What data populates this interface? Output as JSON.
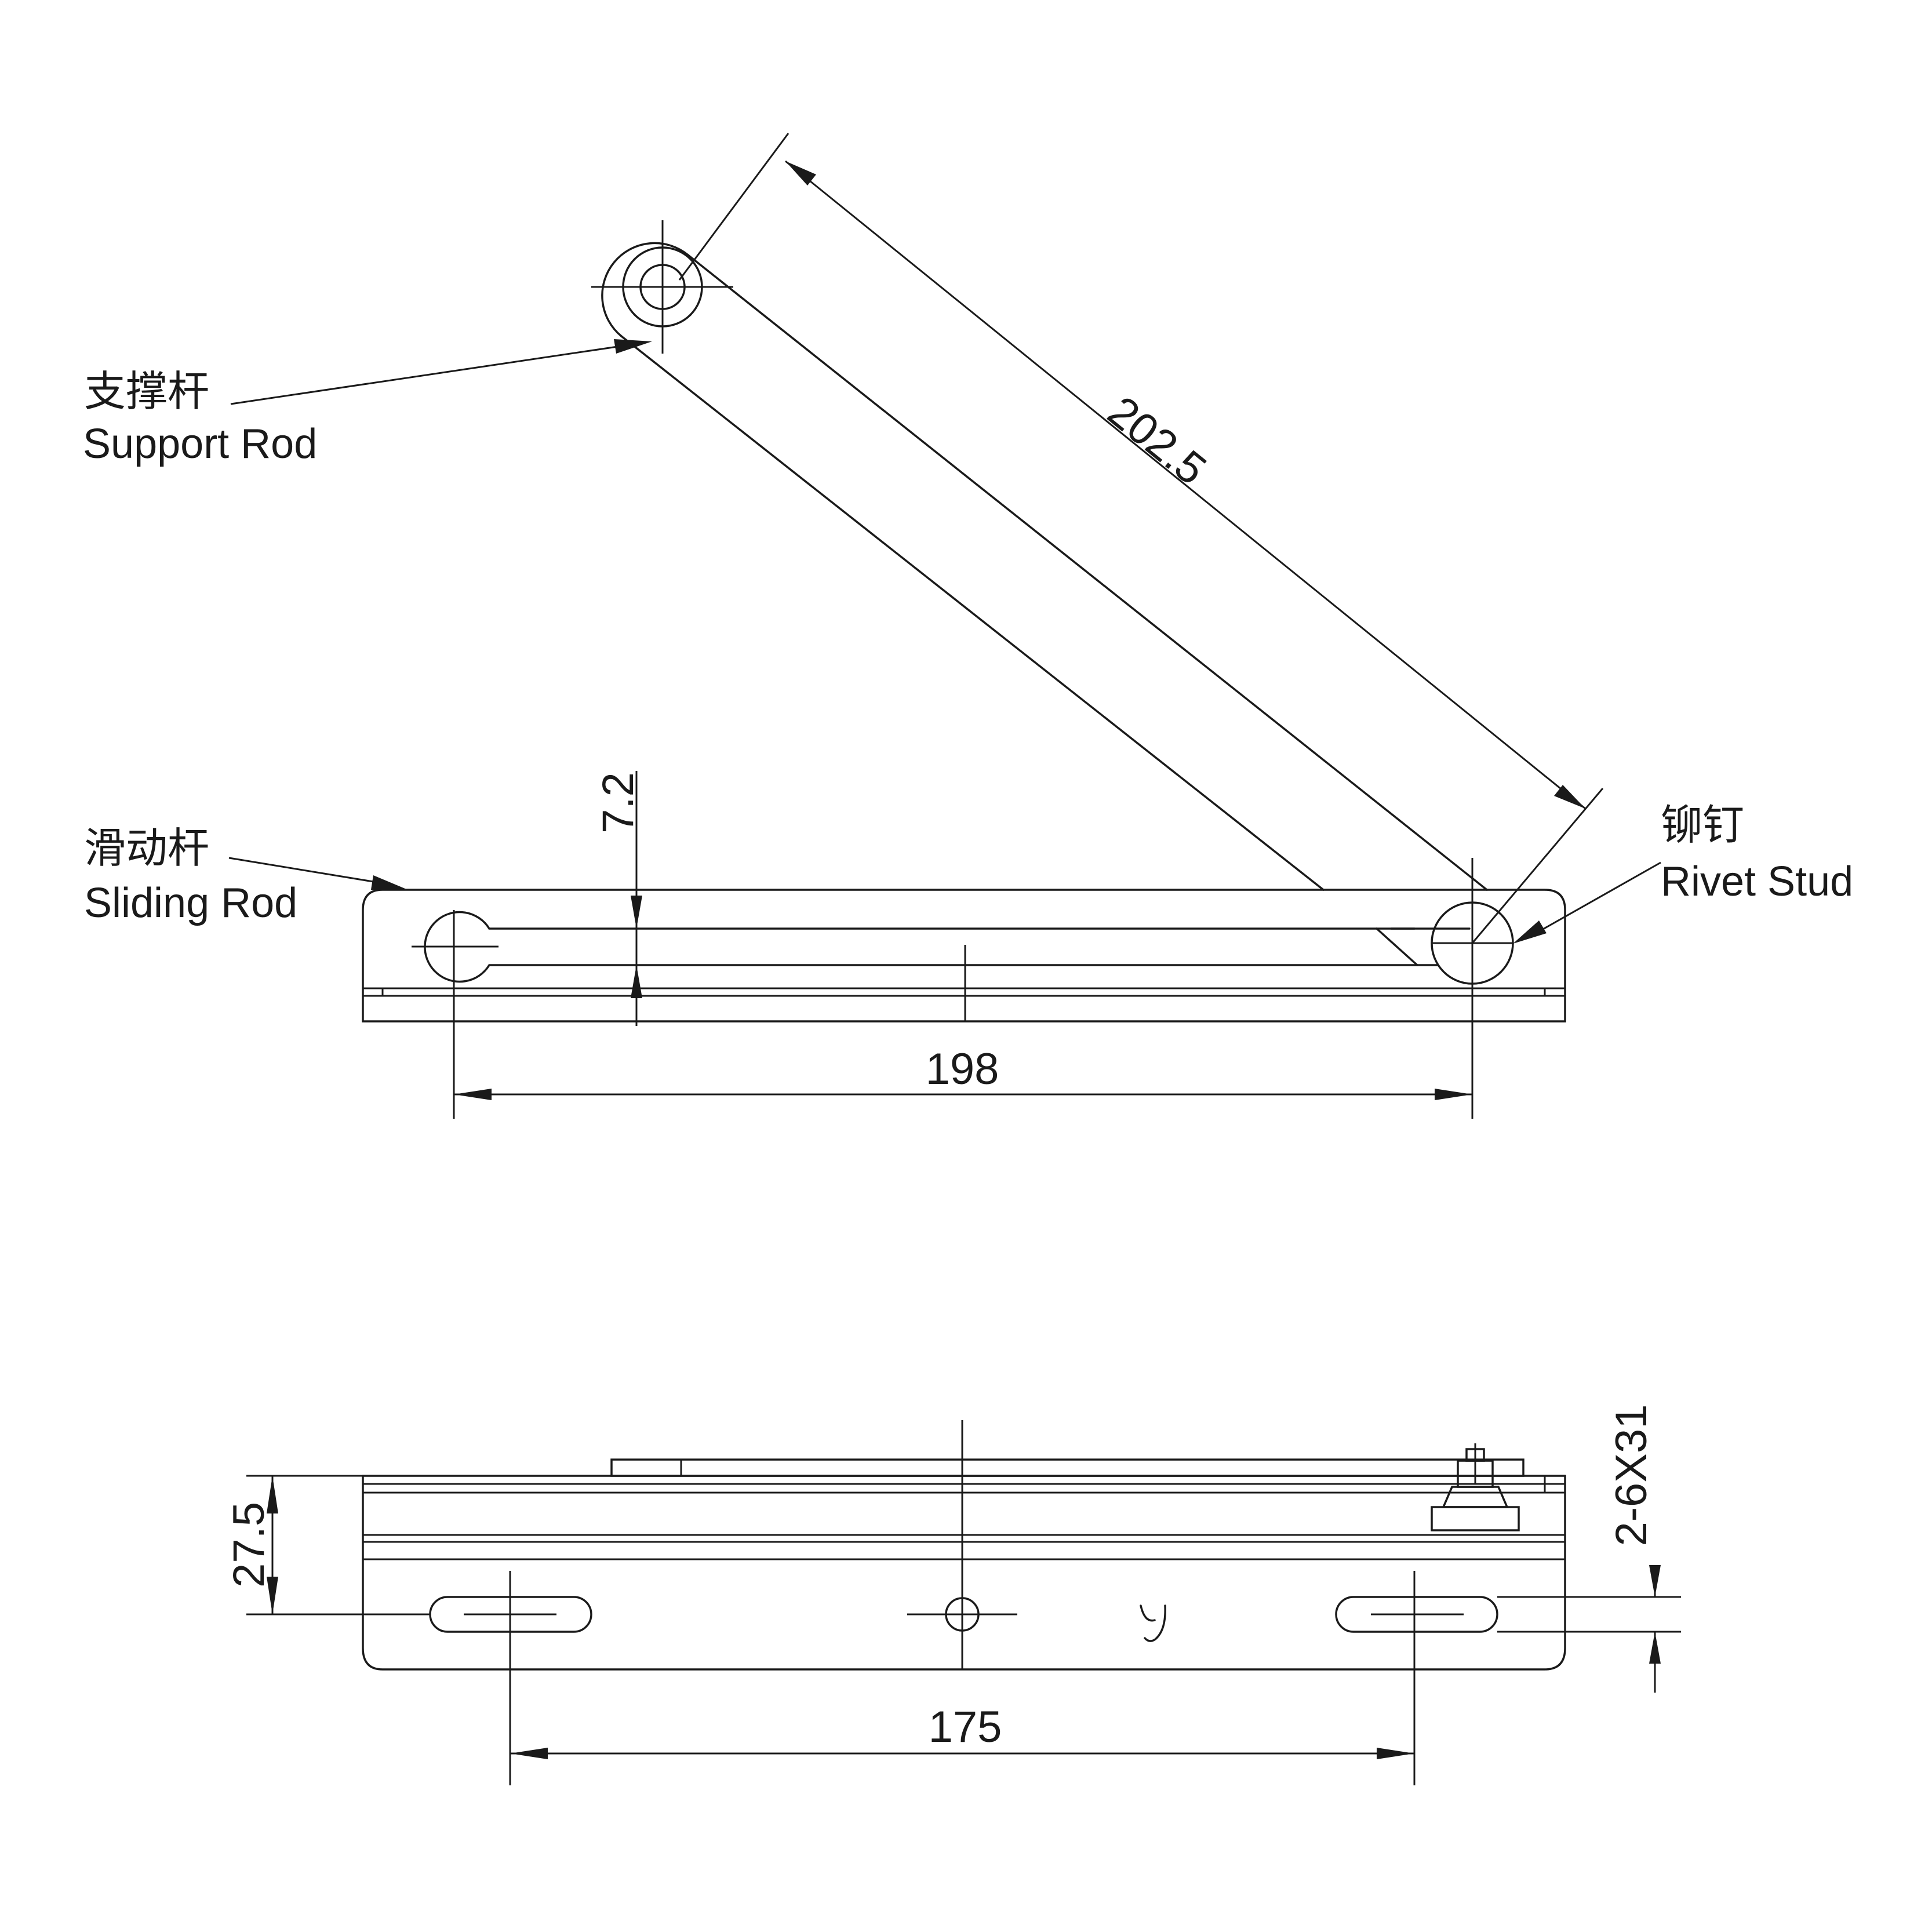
{
  "labels": {
    "support_rod_cn": "支撑杆",
    "support_rod_en": "Support Rod",
    "sliding_rod_cn": "滑动杆",
    "sliding_rod_en": "Sliding Rod",
    "rivet_stud_cn": "铆钉",
    "rivet_stud_en": "Rivet Stud"
  },
  "dimensions": {
    "support_rod_length": "202.5",
    "groove_offset": "7.2",
    "pivot_distance": "198",
    "side_height": "27.5",
    "slot_spec": "2-6X31",
    "slot_spacing": "175"
  },
  "marks": {
    "logo_glyph": "y"
  }
}
